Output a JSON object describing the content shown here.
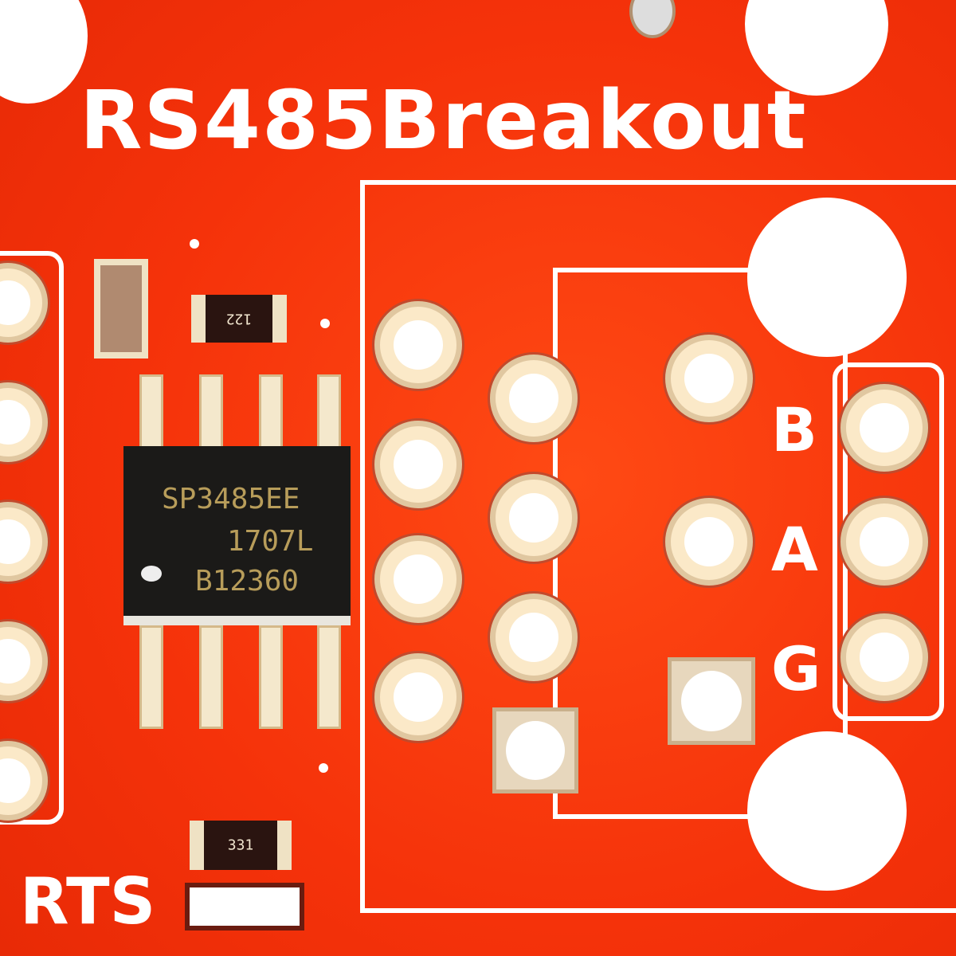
{
  "board": {
    "title_silkscreen": "RS485Breakout",
    "background_color": "#ff3a0a"
  },
  "ic": {
    "line1": "SP3485EE",
    "line2": "1707L",
    "line3": "B12360"
  },
  "resistors": [
    {
      "label": "122"
    },
    {
      "label": "331"
    }
  ],
  "labels": {
    "b": "B",
    "a": "A",
    "g": "G",
    "rts": "RTS"
  }
}
